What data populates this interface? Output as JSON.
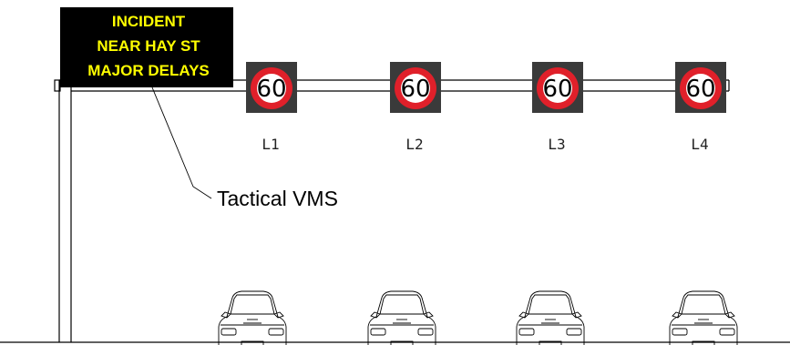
{
  "vms": {
    "lines": [
      "INCIDENT",
      "NEAR HAY ST",
      "MAJOR DELAYS"
    ],
    "text_color": "#ffff00",
    "background": "#000000"
  },
  "speed_signs": [
    {
      "value": "60",
      "lane": "L1"
    },
    {
      "value": "60",
      "lane": "L2"
    },
    {
      "value": "60",
      "lane": "L3"
    },
    {
      "value": "60",
      "lane": "L4"
    }
  ],
  "colors": {
    "sign_box": "#3a3a3a",
    "ring": "#e0202a",
    "sign_face": "#ffffff"
  },
  "callout": {
    "label": "Tactical VMS"
  },
  "icons": {
    "vehicle": "car-rear-icon"
  }
}
